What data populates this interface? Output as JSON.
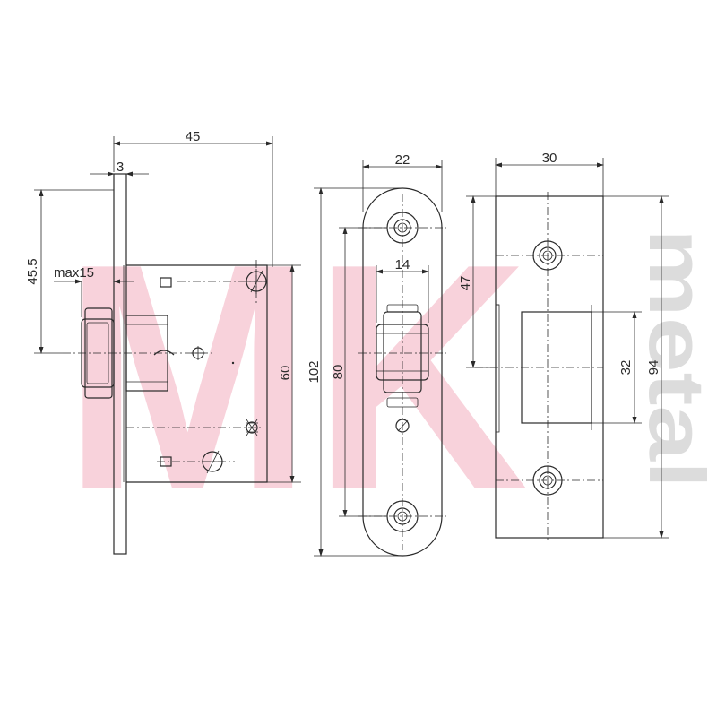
{
  "watermark": {
    "brand": "MK",
    "sub": "metal"
  },
  "views": {
    "side": {
      "width_total": "45",
      "plate_thickness": "3",
      "backset": "45.5",
      "max_projection": "max15",
      "body_height": "60"
    },
    "strike": {
      "width": "22",
      "hole_spacing": "80",
      "total_height": "102",
      "latch_width": "14"
    },
    "keeper": {
      "width": "30",
      "offset": "47",
      "opening": "32",
      "total_height": "94"
    }
  }
}
